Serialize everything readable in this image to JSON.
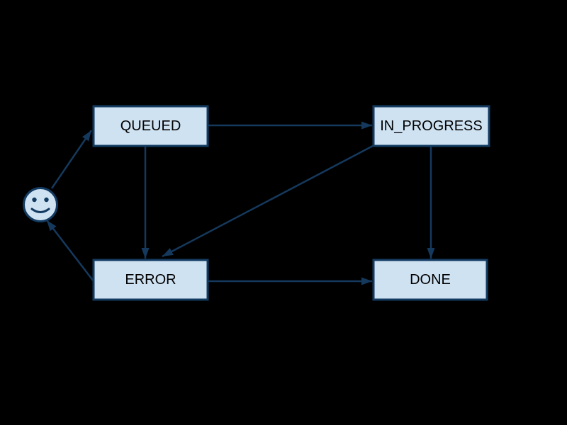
{
  "diagram": {
    "background_color": "#000000",
    "node_fill_color": "#cfe2f2",
    "line_color": "#15395d",
    "node_border_color": "#133b61",
    "node_label_color": "#000000",
    "nodes": {
      "start": {
        "icon": "smiley-face-icon",
        "label": ""
      },
      "queued": {
        "label": "QUEUED"
      },
      "in_progress": {
        "label": "IN_PROGRESS"
      },
      "error": {
        "label": "ERROR"
      },
      "done": {
        "label": "DONE"
      }
    },
    "edges": [
      {
        "from": "start",
        "to": "QUEUED"
      },
      {
        "from": "QUEUED",
        "to": "IN_PROGRESS"
      },
      {
        "from": "QUEUED",
        "to": "ERROR"
      },
      {
        "from": "IN_PROGRESS",
        "to": "ERROR"
      },
      {
        "from": "IN_PROGRESS",
        "to": "DONE"
      },
      {
        "from": "ERROR",
        "to": "DONE"
      },
      {
        "from": "ERROR",
        "to": "start"
      }
    ]
  }
}
